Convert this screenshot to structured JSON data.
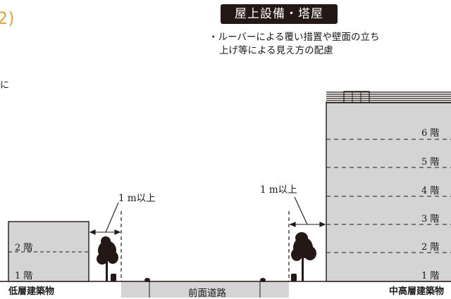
{
  "header": {
    "corner_fragment": "2)",
    "badge": "屋上設備・塔屋",
    "note_line1": "・ルーバーによる覆い措置や壁面の立ち",
    "note_line2": "上げ等による見え方の配慮",
    "edge_fragment": "に"
  },
  "low_building": {
    "name": "低層建築物",
    "floors": [
      "1 階",
      "2 階"
    ]
  },
  "tall_building": {
    "name": "中高層建築物",
    "floors": [
      "1 階",
      "2 階",
      "3 階",
      "4 階",
      "5 階",
      "6 階"
    ]
  },
  "street": {
    "label": "前面道路"
  },
  "setback": {
    "left_label": "1 m以上",
    "right_label": "1 m以上"
  },
  "colors": {
    "building_fill": "#d4d4d4",
    "outline": "#231815",
    "badge_bg": "#231815",
    "accent": "#e8a33a"
  }
}
